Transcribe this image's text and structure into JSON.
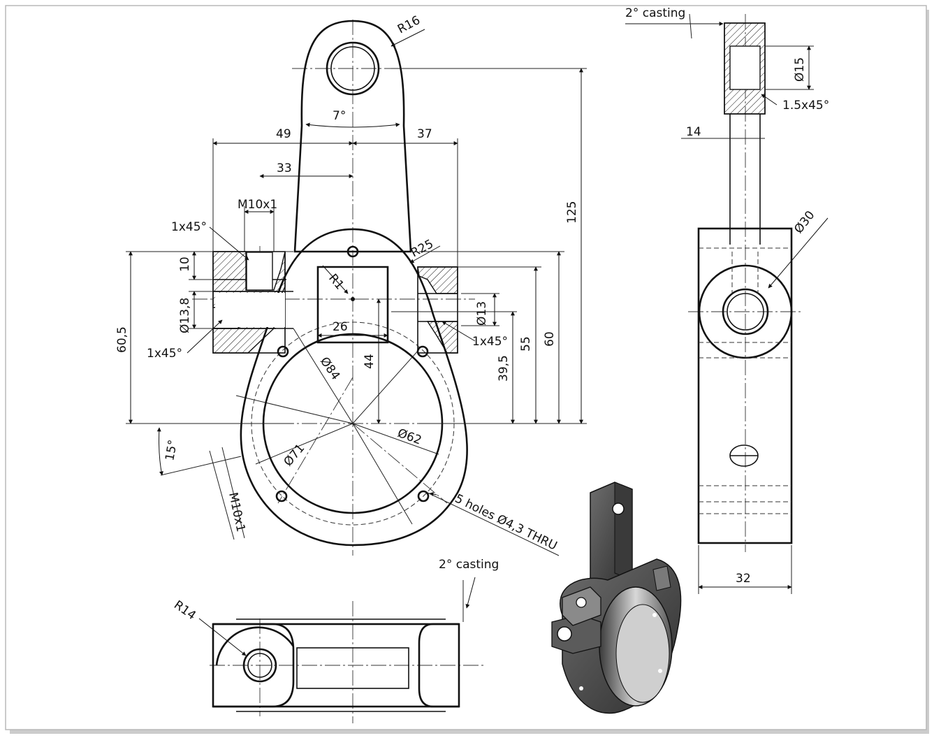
{
  "annotations": {
    "r16": "R16",
    "angle7": "7°",
    "d49": "49",
    "d37": "37",
    "d33": "33",
    "m10x1_top": "M10x1",
    "ch_top": "1x45°",
    "d10": "10",
    "d13_8": "Ø13,8",
    "d60_5": "60,5",
    "ch_left": "1x45°",
    "r25": "R25",
    "r1": "R1",
    "d26": "26",
    "d13": "Ø13",
    "ch_right": "1x45°",
    "d84": "Ø84",
    "d44": "44",
    "d39_5": "39,5",
    "d55": "55",
    "d60": "60",
    "d125": "125",
    "angle15": "15°",
    "d71": "Ø71",
    "d62": "Ø62",
    "m10x1_side": "M10x1",
    "holes": "5 holes Ø4,3 THRU",
    "casting_top": "2° casting",
    "d15": "Ø15",
    "ch_15": "1.5x45°",
    "d14": "14",
    "d30": "Ø30",
    "d32": "32",
    "casting_bottom": "2° casting",
    "r14": "R14"
  },
  "colors": {
    "line": "#111111",
    "frame_shadow": "#9a9a9a",
    "iso_dark": "#4a4a4a",
    "iso_light": "#8c8c8c"
  }
}
